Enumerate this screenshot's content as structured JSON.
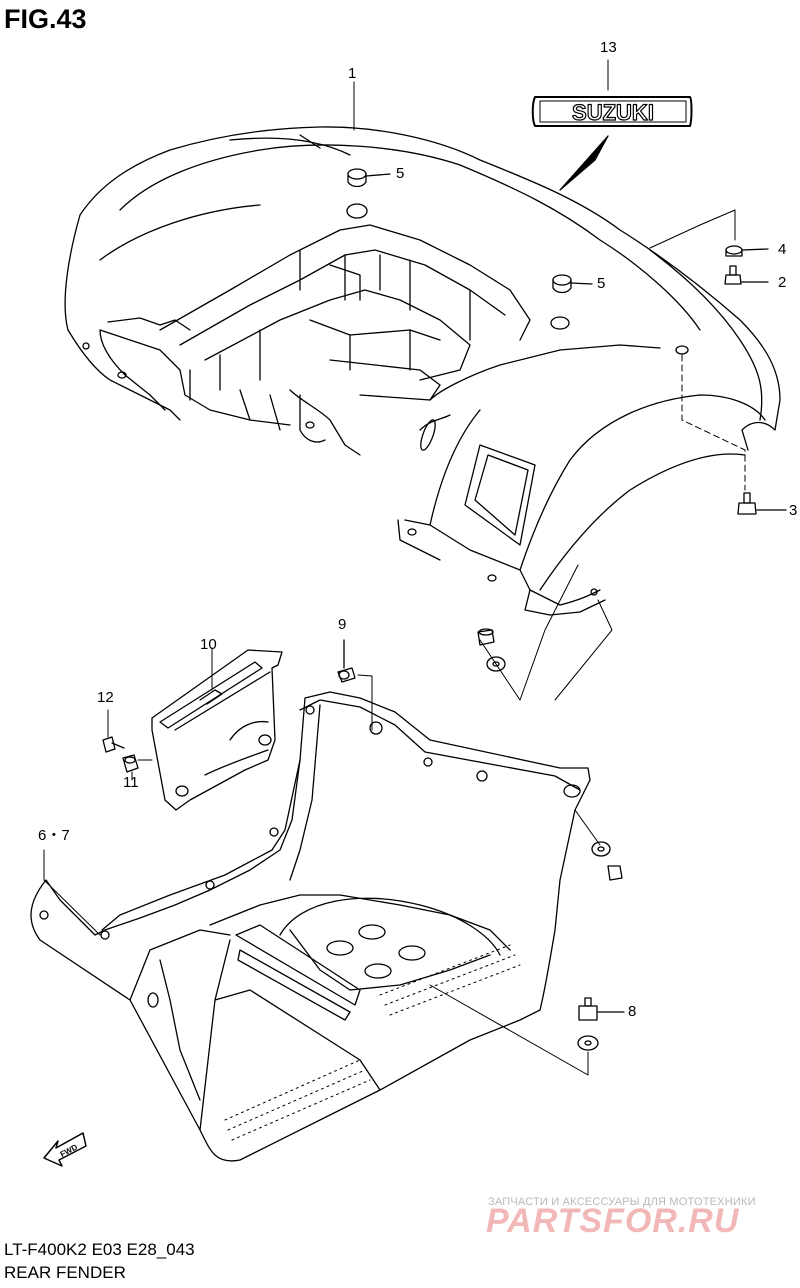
{
  "figure": {
    "title": "FIG.43"
  },
  "callouts": {
    "c1": "1",
    "c2": "2",
    "c3": "3",
    "c4": "4",
    "c5a": "5",
    "c5b": "5",
    "c67": "6・7",
    "c8": "8",
    "c9": "9",
    "c10": "10",
    "c11": "11",
    "c12": "12",
    "c13": "13"
  },
  "emblem": {
    "text": "SUZUKI"
  },
  "fwd_arrow": {
    "text": "FWD"
  },
  "footer": {
    "model_code": "LT-F400K2 E03 E28_043",
    "part_name": "REAR FENDER"
  },
  "watermark": {
    "tagline": "ЗАПЧАСТИ И АКСЕССУАРЫ ДЛЯ МОТОТЕХНИКИ",
    "logo": "PARTSFOR.RU"
  }
}
